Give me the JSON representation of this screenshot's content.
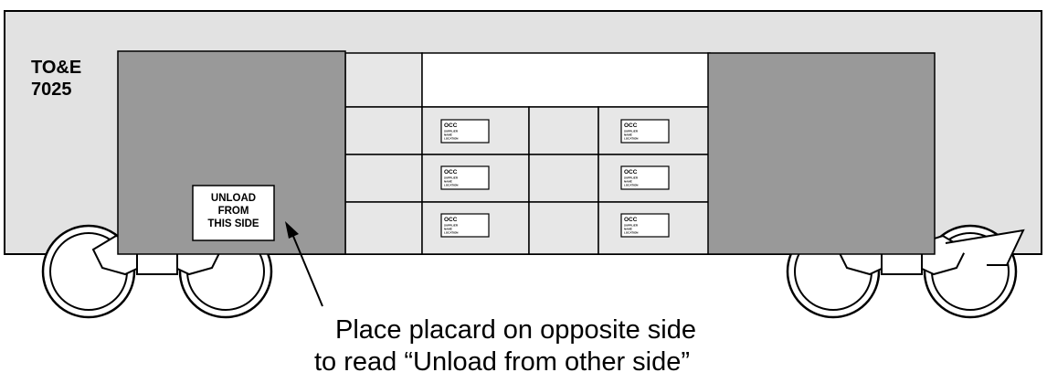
{
  "car_id": {
    "line1": "TO&E",
    "line2": "7025"
  },
  "placard": {
    "line1": "UNLOAD",
    "line2": "FROM",
    "line3": "THIS SIDE"
  },
  "supplier_label": {
    "code": "OCC",
    "line1": "SUPPLIER",
    "line2": "NAME",
    "line3": "LOCATION"
  },
  "caption": {
    "line1": "Place placard on opposite side",
    "line2": "to read “Unload from other side”"
  },
  "colors": {
    "car_body": "#e2e2e2",
    "dunnage": "#999999",
    "pallet": "#e7e7e7",
    "outline": "#000000"
  }
}
